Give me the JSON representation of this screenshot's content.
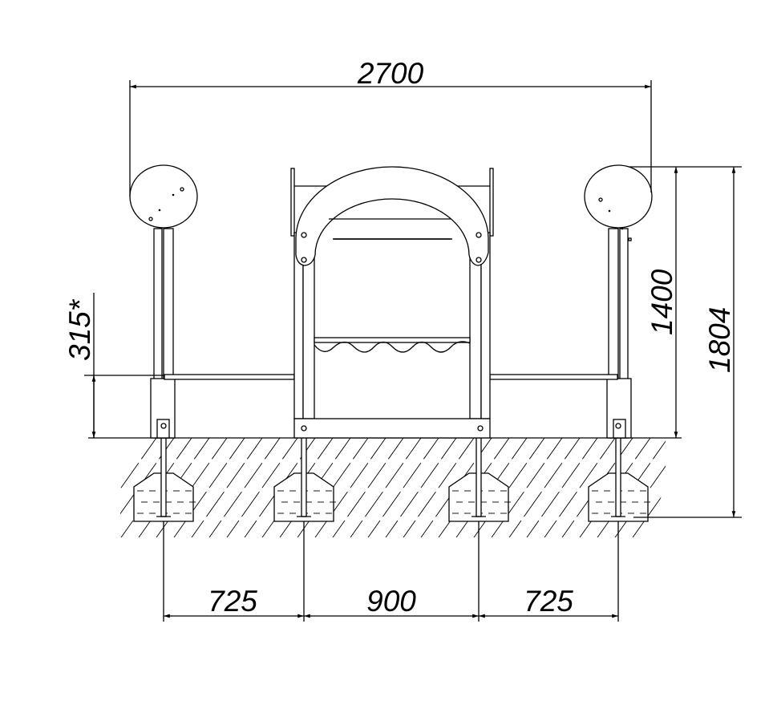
{
  "dimensions": {
    "overall_width": "2700",
    "bench_height": "315*",
    "frame_height": "1400",
    "total_height": "1804",
    "span_left": "725",
    "span_center": "900",
    "span_right": "725"
  }
}
